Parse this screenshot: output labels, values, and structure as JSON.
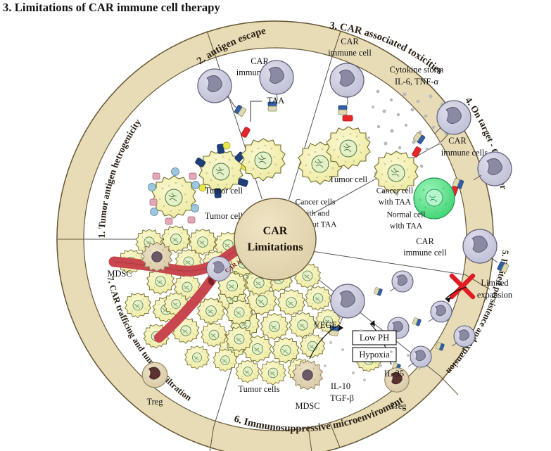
{
  "title": "3. Limitations of CAR immune cell therapy",
  "center": {
    "line1": "CAR",
    "line2": "Limitations"
  },
  "colors": {
    "ring_fill": "#e7dcb6",
    "ring_stroke": "#6b5a3a",
    "tumor_cell": "#f2efb0",
    "tumor_nucleus": "#dfeec4",
    "immune_cell": "#c9c9de",
    "immune_nucleus": "#8a8aa3",
    "normal_cell": "#5ee08a",
    "vessel": "#c8474f",
    "mdsc": "#e0d3b4",
    "treg_nucleus": "#5a3230",
    "taa_red": "#e8262a",
    "car_blue": "#2f5fa8",
    "car_tan": "#ded9b0",
    "cytokine_dot": "#b9b9b9",
    "cross_red": "#e01b22",
    "title_text": "#111111"
  },
  "ring_segments": [
    {
      "id": 1,
      "label": "1. Tumor antigen hetrogenicity"
    },
    {
      "id": 2,
      "label": "2. antigen escape"
    },
    {
      "id": 3,
      "label": "3. CAR associated toxicities"
    },
    {
      "id": 4,
      "label": "4. On target - Off tumor"
    },
    {
      "id": 5,
      "label": "5. limited persistence and expansion"
    },
    {
      "id": 6,
      "label": "6. Immunosuppressive microenviroment"
    },
    {
      "id": 7,
      "label": "7. CAR trafficing and tumor infiltration"
    }
  ],
  "labels": {
    "seg1_tumor_cell_a": "Tumor cell",
    "seg1_tumor_cell_b": "Tumor cell",
    "seg2_car_immune_cells": "CAR\nimmune cells",
    "seg2_car_line1": "CAR",
    "seg2_car_line2": "immune cells",
    "seg2_taa": "TAA",
    "seg2_cancer_l1": "Cancer cells",
    "seg2_cancer_l2": "with and",
    "seg2_cancer_l3": "without TAA",
    "seg3_car_l1": "CAR",
    "seg3_car_l2": "immune cell",
    "seg3_cyto_l1": "Cytokine storm",
    "seg3_cyto_l2": "IL-6, TNF-α",
    "seg3_tumor_cell": "Tumor cell",
    "seg4_car_l1": "CAR",
    "seg4_car_l2": "immune cells",
    "seg4_cancer_l1": "Cancer cell",
    "seg4_cancer_l2": "with TAA",
    "seg4_normal_l1": "Normal cell",
    "seg4_normal_l2": "with TAA",
    "seg5_car_l1": "CAR",
    "seg5_car_l2": "immune cell",
    "seg5_limited_l1": "Limited",
    "seg5_limited_l2": "expansion",
    "seg6_vegf": "VEGF",
    "seg6_low_ph": "Low PH",
    "seg6_hypoxia": "Hypoxia",
    "seg6_il35": "IL-35",
    "seg6_il10": "IL-10",
    "seg6_tgfb": "TGF-β",
    "seg6_mdsc": "MDSC",
    "seg6_treg": "Treg",
    "seg6_tumor_cells": "Tumor cells",
    "seg7_vessel": "Vessel",
    "seg7_car_immune_cell": "CAR immune cell",
    "seg7_mdsc": "MDSC",
    "seg7_treg": "Treg"
  }
}
